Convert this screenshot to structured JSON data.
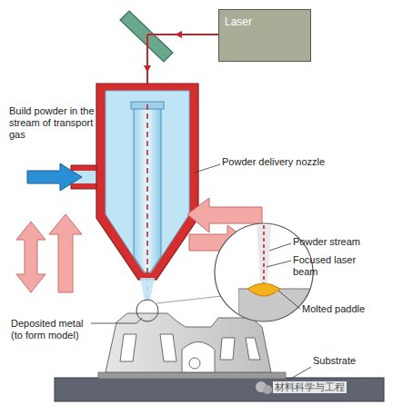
{
  "diagram": {
    "nodes": [
      {
        "text": [
          "Laser"
        ]
      }
    ],
    "labels": [
      "Build powder in the stream of transport gas",
      "Powder delivery nozzle",
      "Powder stream",
      "Focused laser beam",
      "Molted paddle",
      "Deposited metal (to form model)",
      "Substrate",
      "材料科学与工程"
    ]
  }
}
